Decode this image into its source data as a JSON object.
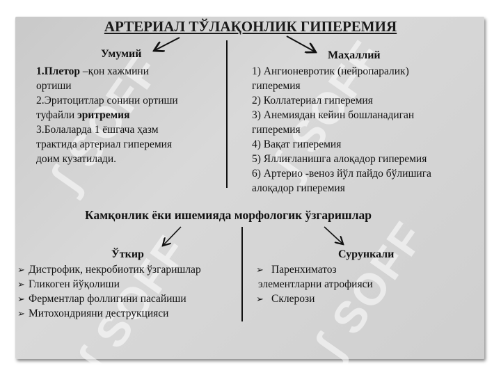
{
  "title": "АРТЕРИАЛ ТЎЛАҚОНЛИК ГИПЕРЕМИЯ",
  "watermark": "SOFF",
  "general": {
    "heading": "Умумий",
    "lines": [
      {
        "bold": "1.Плетор ",
        "rest": "–қон  хажмини"
      },
      {
        "bold": "",
        "rest": "ортиши"
      },
      {
        "bold": "",
        "rest": "2.Эритоцитлар сонини ортиши"
      },
      {
        "bold": "",
        "rest": "туфайли ",
        "bold_end": "эритремия"
      },
      {
        "bold": "",
        "rest": "3.Болаларда 1 ёшгача ҳазм"
      },
      {
        "bold": "",
        "rest": "трактида артериал гиперемия"
      },
      {
        "bold": "",
        "rest": "доим кузатилади."
      }
    ]
  },
  "local": {
    "heading": "Маҳаллий",
    "lines": [
      "1) Ангионевротик (нейропаралик)",
      "гиперемия",
      "2) Коллатериал гиперемия",
      "3) Анемиядан кейин бошланадиган",
      "гиперемия",
      "4) Вақат гиперемия",
      "5) Яллиғланишга алоқадор гиперемия",
      "6) Артерио -веноз йўл пайдо бўлишига",
      "алоқадор гиперемия"
    ]
  },
  "subtitle": "Камқонлик ёки ишемияда морфологик ўзгаришлар",
  "acute": {
    "heading": "Ўткир",
    "items": [
      "Дистрофик, некробиотик ўзгаришлар",
      "Гликоген йўқолиши",
      "Ферментлар фоллигини пасайиши",
      "Митохондрияни  деструкцияси"
    ]
  },
  "chronic": {
    "heading": "Сурункали",
    "items": [
      {
        "text": "Паренхиматоз",
        "cont": "элементларни атрофияси"
      },
      {
        "text": "Склерози",
        "cont": ""
      }
    ]
  },
  "icons": {
    "bullet": "arrowhead-bullet-icon"
  }
}
